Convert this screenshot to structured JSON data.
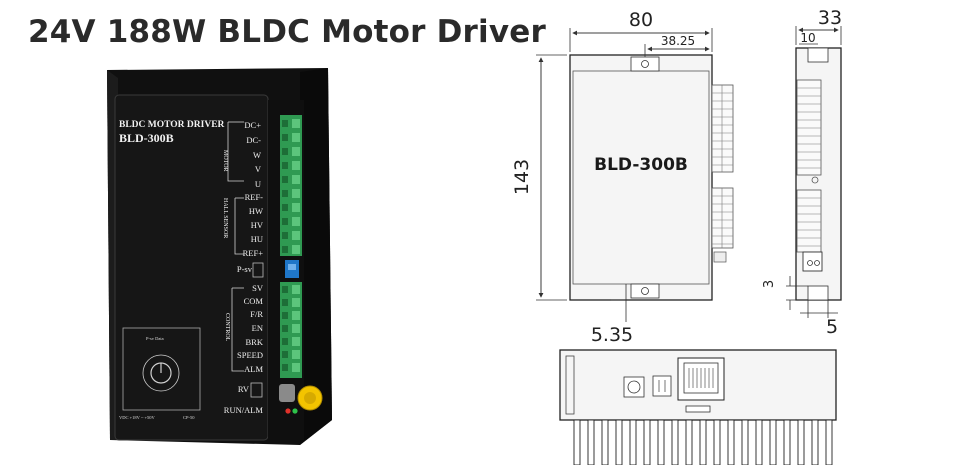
{
  "title": "24V 188W BLDC Motor Driver",
  "device": {
    "brand_line": "BLDC MOTOR DRIVER",
    "model": "BLD-300B",
    "groups": [
      "MOTOR",
      "HALL SENSOR",
      "CONTROL"
    ],
    "motor_terminals": [
      "DC+",
      "DC-",
      "W",
      "V",
      "U"
    ],
    "hall_terminals": [
      "REF-",
      "HW",
      "HV",
      "HU",
      "REF+"
    ],
    "pot_label": "P-sv",
    "control_terminals": [
      "SV",
      "COM",
      "F/R",
      "EN",
      "BRK",
      "SPEED",
      "ALM"
    ],
    "rv_label": "RV",
    "status_label": "RUN/ALM",
    "dial_label": "P-sv Data",
    "bottom_left_text": "VDC +18V ~ +50V",
    "bottom_right_text": "CP-50"
  },
  "drawing": {
    "model": "BLD-300B",
    "width": "80",
    "hole_offset": "38.25",
    "height": "143",
    "hole_margin": "5.35",
    "depth": "33",
    "side_offset": "10",
    "side_small_1": "3",
    "side_small_2": "5"
  },
  "colors": {
    "panel": "#141414",
    "terminal_green": "#2f9a52",
    "switch_blue": "#1f76c8",
    "knob_yellow": "#f3c400"
  }
}
